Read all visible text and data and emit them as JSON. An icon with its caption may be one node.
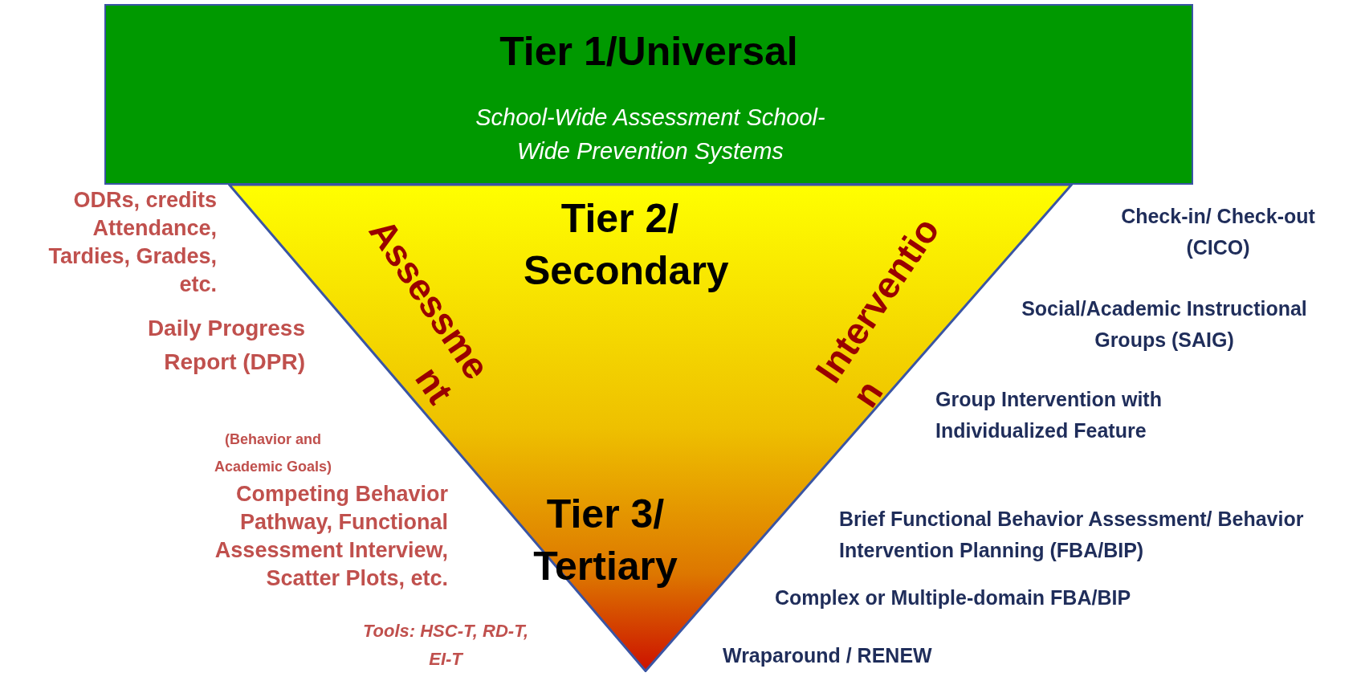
{
  "diagram": {
    "nodes": [
      {
        "text": [
          "Tier 1/Universal",
          "School-Wide Assessment School-Wide Prevention Systems"
        ]
      },
      {
        "text": [
          "Tier 2/ Secondary",
          "Tier 3/ Tertiary",
          "Assessme nt",
          "Interventio n"
        ]
      }
    ],
    "labels": [
      "ODRs, credits Attendance, Tardies, Grades, etc.",
      "Daily Progress Report (DPR)",
      "(Behavior and Academic Goals)",
      "Competing Behavior Pathway, Functional Assessment Interview, Scatter Plots, etc.",
      "Tools: HSC-T, RD-T, EI-T",
      "Check-in/ Check-out (CICO)",
      "Social/Academic Instructional Groups (SAIG)",
      "Group Intervention with Individualized Feature",
      "Brief Functional Behavior Assessment/ Behavior Intervention Planning (FBA/BIP)",
      "Complex or Multiple-domain FBA/BIP",
      "Wraparound / RENEW"
    ]
  }
}
